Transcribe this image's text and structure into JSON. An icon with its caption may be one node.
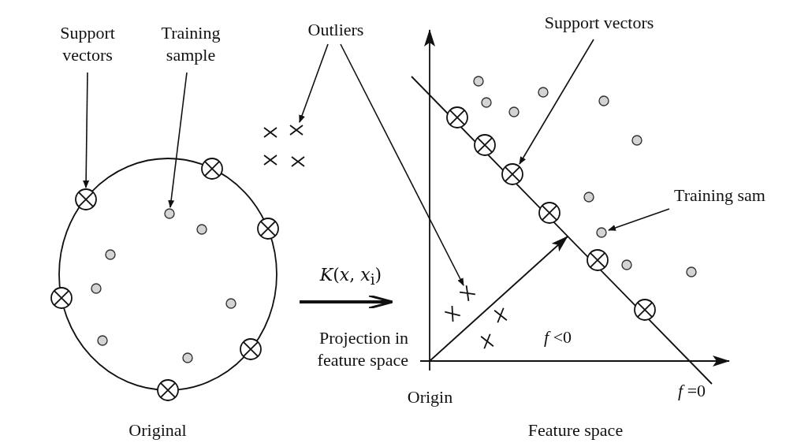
{
  "diagram": {
    "nodes": [
      {
        "text": [
          "Support vectors"
        ]
      },
      {
        "text": [
          "Training sample"
        ]
      },
      {
        "text": [
          "Outliers"
        ]
      },
      {
        "text": [
          "Support vectors"
        ]
      },
      {
        "text": [
          "Training sam"
        ]
      },
      {
        "text": [],
        "shape": "circle"
      },
      {
        "text": [],
        "shape": "circle"
      },
      {
        "text": [],
        "shape": "circle"
      },
      {
        "text": [],
        "shape": "circle"
      },
      {
        "text": [],
        "shape": "circle"
      },
      {
        "text": [],
        "shape": "circle"
      },
      {
        "text": [],
        "shape": "dot"
      },
      {
        "text": [],
        "shape": "dot"
      },
      {
        "text": [],
        "shape": "dot"
      },
      {
        "text": [],
        "shape": "dot"
      },
      {
        "text": [],
        "shape": "dot"
      },
      {
        "text": [],
        "shape": "dot"
      },
      {
        "text": [],
        "shape": "dot"
      },
      {
        "text": [],
        "shape": "cross"
      },
      {
        "text": [],
        "shape": "cross"
      },
      {
        "text": [],
        "shape": "cross"
      },
      {
        "text": [],
        "shape": "cross"
      },
      {
        "text": [],
        "shape": "cross"
      },
      {
        "text": [],
        "shape": "cross"
      },
      {
        "text": [],
        "shape": "cross"
      },
      {
        "text": [],
        "shape": "cross"
      },
      {
        "text": [],
        "shape": "circle"
      },
      {
        "text": [],
        "shape": "circle"
      },
      {
        "text": [],
        "shape": "circle"
      },
      {
        "text": [],
        "shape": "circle"
      },
      {
        "text": [],
        "shape": "circle"
      },
      {
        "text": [],
        "shape": "circle"
      },
      {
        "text": [],
        "shape": "dot"
      },
      {
        "text": [],
        "shape": "dot"
      },
      {
        "text": [],
        "shape": "dot"
      },
      {
        "text": [],
        "shape": "dot"
      },
      {
        "text": [],
        "shape": "dot"
      },
      {
        "text": [],
        "shape": "dot"
      },
      {
        "text": [],
        "shape": "dot"
      },
      {
        "text": [],
        "shape": "dot"
      },
      {
        "text": [],
        "shape": "dot"
      },
      {
        "text": [],
        "shape": "dot"
      }
    ],
    "edges": [
      {
        "from": 0,
        "to": 5,
        "arrow": "to"
      },
      {
        "from": 1,
        "to": 11,
        "arrow": "to"
      },
      {
        "from": 2,
        "to": 19,
        "arrow": "to"
      },
      {
        "from": 2,
        "to": 22,
        "arrow": "to"
      },
      {
        "from": 3,
        "to": 28,
        "arrow": "to"
      },
      {
        "from": 4,
        "to": 39,
        "arrow": "to"
      }
    ],
    "labels": [
      "*K*(*x*, *x*$_{i}$)",
      "Projection in feature space",
      "Original",
      "Origin",
      "*f* <0",
      "*f* =0",
      "Feature space"
    ]
  }
}
